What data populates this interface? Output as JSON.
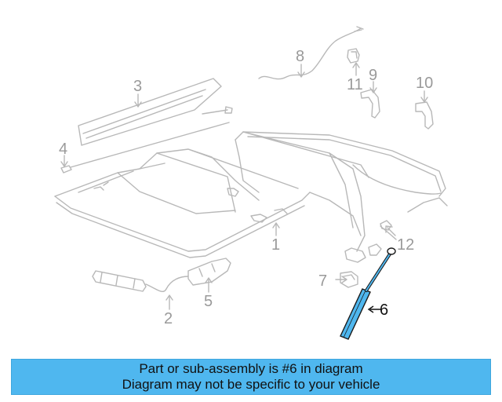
{
  "diagram": {
    "callouts": {
      "c1": "1",
      "c2": "2",
      "c3": "3",
      "c4": "4",
      "c5": "5",
      "c6": "6",
      "c7": "7",
      "c8": "8",
      "c9": "9",
      "c10": "10",
      "c11": "11",
      "c12": "12"
    },
    "highlighted_part": "6",
    "colors": {
      "line": "#b8b8b8",
      "highlight": "#4fb7ef",
      "label": "#9a9a9a",
      "label_active": "#111111"
    }
  },
  "banner": {
    "line1": "Part or sub-assembly is #6 in diagram",
    "line2": "Diagram may not be specific to your vehicle",
    "background": "#4fb7ef"
  }
}
